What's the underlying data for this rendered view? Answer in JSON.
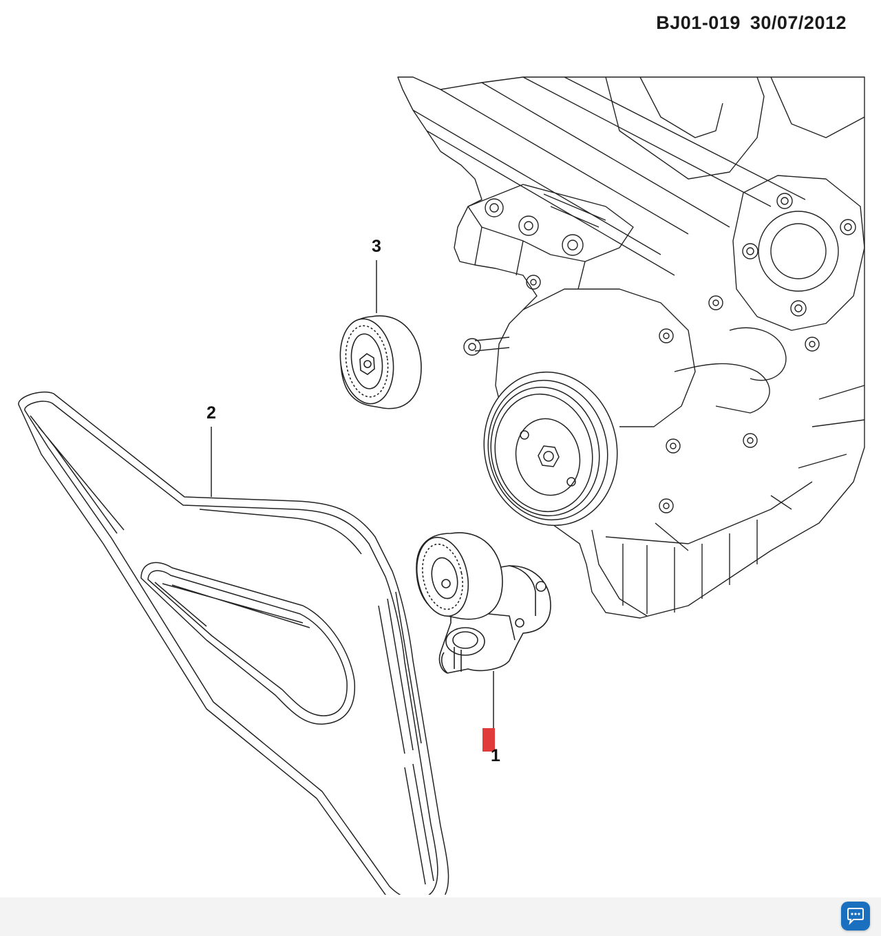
{
  "header": {
    "drawing_number": "BJ01-019",
    "date": "30/07/2012"
  },
  "callouts": [
    {
      "number": "1",
      "part": "tensioner",
      "highlight_color": "#e23b3b"
    },
    {
      "number": "2",
      "part": "belt"
    },
    {
      "number": "3",
      "part": "idler-pulley"
    }
  ],
  "colors": {
    "line": "#222222",
    "highlight": "#e23b3b",
    "badge": "#1b6fbf"
  },
  "icons": {
    "app_badge": "chat-bubble-icon"
  }
}
